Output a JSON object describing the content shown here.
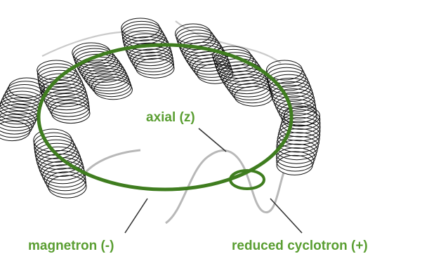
{
  "labels": {
    "axial": "axial (z)",
    "magnetron": "magnetron (-)",
    "reduced_cyclotron": "reduced cyclotron (+)"
  },
  "colors": {
    "label": "#5a9e32",
    "magnetron_orbit": "#3f7d1f",
    "epicycle_loops": "#111111",
    "axial_trace": "#b8b8b8",
    "leader_lines": "#333333"
  },
  "motion": {
    "epicycle_clusters": 8,
    "loops_per_cluster": 14
  }
}
